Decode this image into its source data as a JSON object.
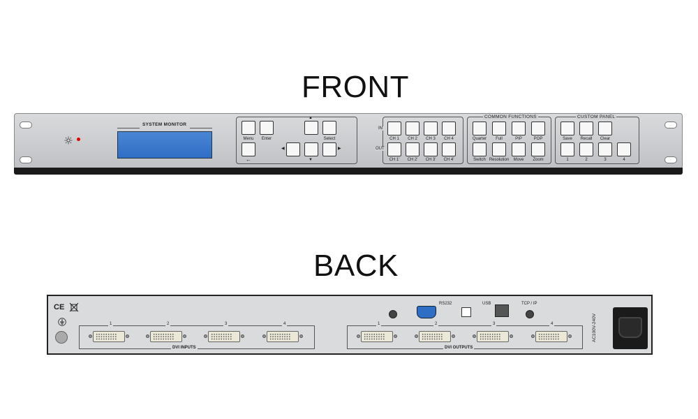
{
  "headings": {
    "front": "FRONT",
    "back": "BACK"
  },
  "front": {
    "lcd_title": "SYSTEM MONITOR",
    "menu_keys": [
      {
        "label": "Menu"
      },
      {
        "label": "Enter"
      },
      {
        "label": "Select"
      }
    ],
    "back_arrow": "←",
    "arrows": {
      "up": "▲",
      "down": "▼",
      "left": "◀",
      "right": "▶"
    },
    "channels": {
      "in_label": "IN",
      "out_label": "OUT",
      "in": [
        "CH 1",
        "CH 2",
        "CH 3",
        "CH 4"
      ],
      "out": [
        "CH 1'",
        "CH 2'",
        "CH 3'",
        "CH 4'"
      ]
    },
    "common_functions": {
      "title": "COMMON FUNCTIONS",
      "top": [
        "Quarter",
        "Full",
        "PIP",
        "POP"
      ],
      "bottom": [
        "Switch",
        "Resolution",
        "Move",
        "Zoom"
      ]
    },
    "custom_panel": {
      "title": "CUSTOM PANEL",
      "top": [
        "Save",
        "Recall",
        "Clear"
      ],
      "bottom": [
        "1",
        "2",
        "3",
        "4"
      ]
    },
    "colors": {
      "lcd": "#3a78cc",
      "led": "#e00000"
    }
  },
  "back": {
    "marks": {
      "ce": "CE"
    },
    "dvi_inputs": {
      "title": "DVI INPUTS",
      "ports": [
        "1",
        "2",
        "3",
        "4"
      ]
    },
    "dvi_outputs": {
      "title": "DVI OUTPUTS",
      "ports": [
        "1",
        "2",
        "3",
        "4"
      ]
    },
    "rs232": "RS232",
    "usb": "USB",
    "tcpip": "TCP / IP",
    "power_label": "AC100V-240V"
  }
}
